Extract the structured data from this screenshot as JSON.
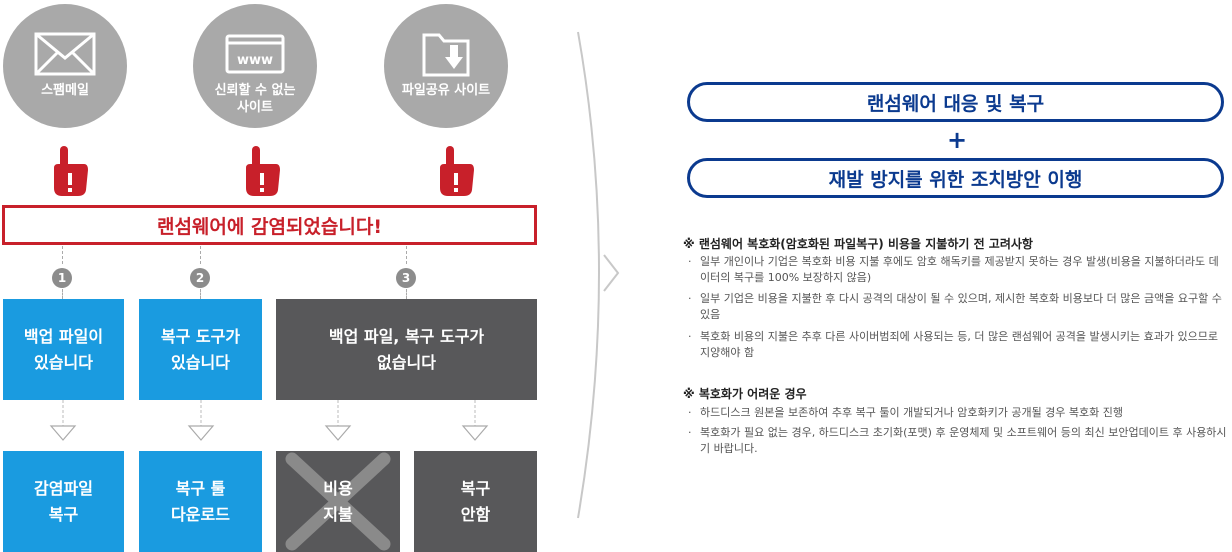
{
  "sources": [
    {
      "label": "스팸메일",
      "icon": "envelope-icon"
    },
    {
      "label": "신뢰할 수 없는\n사이트",
      "icon": "www-window-icon",
      "icon_text": "www"
    },
    {
      "label": "파일공유 사이트",
      "icon": "folder-download-icon"
    }
  ],
  "banner": "랜섬웨어에 감염되었습니다!",
  "steps": [
    "1",
    "2",
    "3"
  ],
  "conditions": [
    "백업 파일이\n있습니다",
    "복구 도구가\n있습니다",
    "백업 파일, 복구 도구가\n없습니다"
  ],
  "actions": [
    "감염파일\n복구",
    "복구 툴\n다운로드",
    "비용\n지불",
    "복구\n안함"
  ],
  "response": {
    "top": "랜섬웨어 대응 및 복구",
    "plus": "+",
    "bottom": "재발 방지를 위한 조치방안 이행"
  },
  "section1": {
    "title": "※  랜섬웨어 복호화(암호화된 파일복구) 비용을 지불하기 전 고려사항",
    "items": [
      "일부 개인이나 기업은 복호화 비용 지불 후에도 암호 해독키를 제공받지 못하는 경우 발생(비용을 지불하더라도 데이터의 복구를 100% 보장하지 않음)",
      "일부 기업은 비용을 지불한 후 다시 공격의 대상이 될 수 있으며, 제시한 복호화 비용보다 더 많은 금액을 요구할 수 있음",
      "복호화 비용의 지불은 추후 다른 사이버범죄에 사용되는 등, 더 많은 랜섬웨어 공격을 발생시키는 효과가 있으므로 지양해야 함"
    ]
  },
  "section2": {
    "title": "※  복호화가 어려운 경우",
    "items": [
      "하드디스크 원본을 보존하여 추후 복구 툴이 개발되거나 암호화키가 공개될 경우 복호화 진행",
      "복호화가 필요 없는 경우, 하드디스크 초기화(포맷) 후 운영체제 및 소프트웨어 등의 최신 보안업데이트 후 사용하시기 바랍니다."
    ]
  },
  "bullet_char": "·",
  "colors": {
    "red": "#c8202a",
    "blue": "#1a9be0",
    "dark": "#58585a",
    "navy": "#0b3a8f",
    "gray": "#a9a9a9"
  }
}
